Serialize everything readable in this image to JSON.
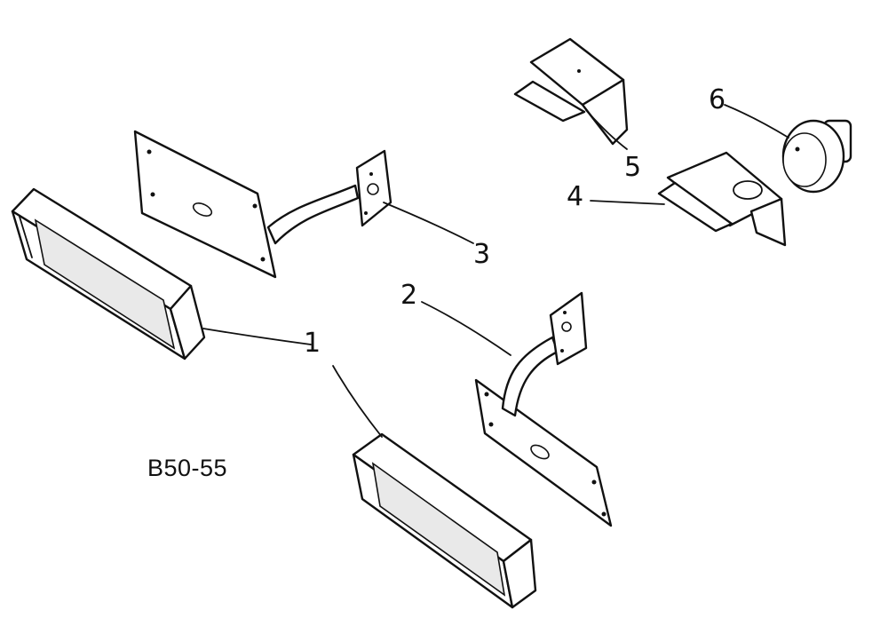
{
  "diagram": {
    "figure_ref": "B50-55",
    "callouts": [
      "1",
      "2",
      "3",
      "4",
      "5",
      "6"
    ]
  }
}
